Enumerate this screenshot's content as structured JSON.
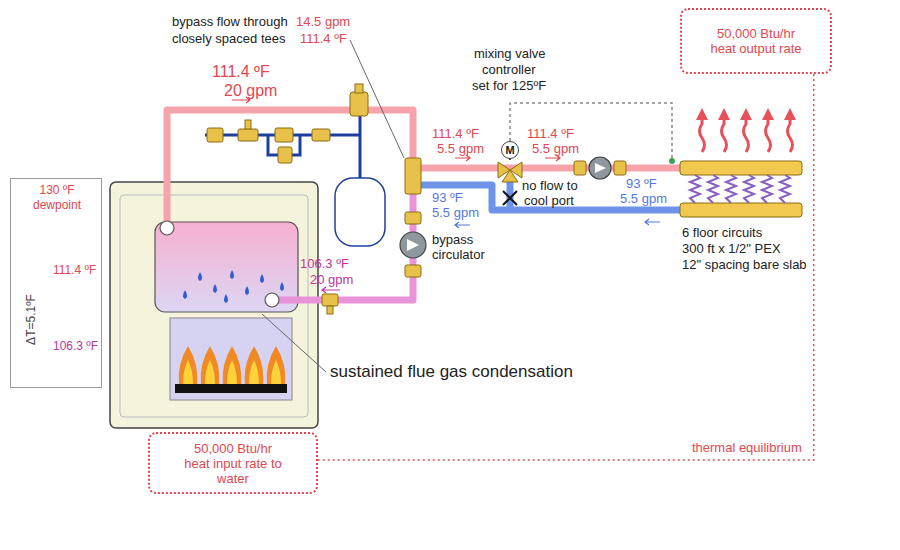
{
  "diagram": {
    "nodes": [
      {
        "text": [
          "50,000 Btu/hr heat output rate"
        ]
      },
      {
        "text": [
          "50,000 Btu/hr heat input rate to water"
        ]
      },
      {
        "text": [
          "130 ºF dewpoint",
          "111.4 ºF",
          "ΔT=5.1ºF",
          "106.3 ºF"
        ]
      },
      {
        "text": [
          "M"
        ]
      }
    ],
    "edges": [
      {
        "from": 0,
        "to": 1,
        "arrow": "none",
        "label": "thermal equilibrium"
      }
    ],
    "labels": [
      "bypass flow through",
      "14.5 gpm",
      "closely spaced tees",
      "111.4 ºF",
      "111.4 ºF",
      "20 gpm",
      "mixing valve",
      "controller",
      "set for 125ºF",
      "111.4 ºF",
      "5.5 gpm",
      "111.4 ºF",
      "5.5 gpm",
      "93 ºF",
      "5.5 gpm",
      "no flow to",
      "cool port",
      "93 ºF",
      "5.5 gpm",
      "6 floor circuits",
      "300 ft x 1/2\" PEX",
      "12\" spacing bare slab",
      "bypass",
      "circulator",
      "106.3 ºF",
      "20 gpm",
      "sustained flue gas condensation"
    ]
  }
}
